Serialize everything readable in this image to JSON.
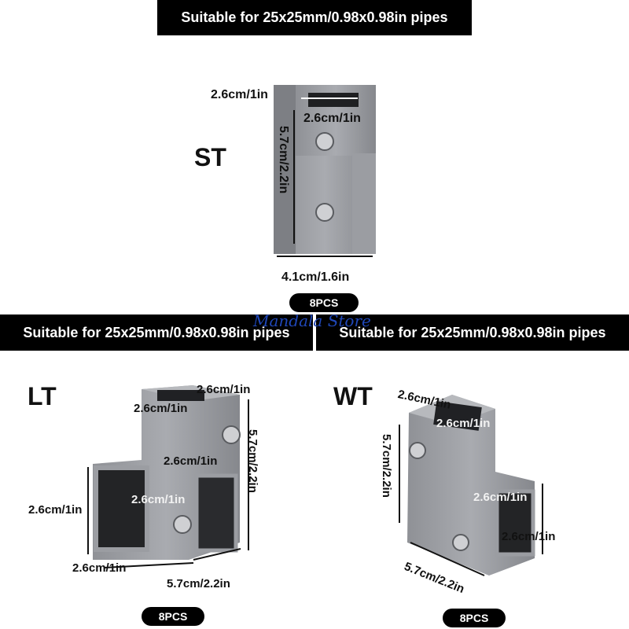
{
  "banners": {
    "top": "Suitable for 25x25mm/0.98x0.98in pipes",
    "left": "Suitable for 25x25mm/0.98x0.98in pipes",
    "right": "Suitable for 25x25mm/0.98x0.98in pipes"
  },
  "watermark": "Mandala Store",
  "st": {
    "code": "ST",
    "dim_top": "2.6cm/1in",
    "dim_inner": "2.6cm/1in",
    "dim_height": "5.7cm/2.2in",
    "dim_width": "4.1cm/1.6in",
    "qty": "8PCS"
  },
  "lt": {
    "code": "LT",
    "dim_top_right": "2.6cm/1in",
    "dim_top_left": "2.6cm/1in",
    "dim_right_height": "5.7cm/2.2in",
    "dim_mid": "2.6cm/1in",
    "dim_inner": "2.6cm/1in",
    "dim_left": "2.6cm/1in",
    "dim_bottom_left": "2.6cm/1in",
    "dim_bottom": "5.7cm/2.2in",
    "qty": "8PCS"
  },
  "wt": {
    "code": "WT",
    "dim_top": "2.6cm/1in",
    "dim_inner": "2.6cm/1in",
    "dim_height": "5.7cm/2.2in",
    "dim_side": "2.6cm/1in",
    "dim_right": "2.6cm/1in",
    "dim_bottom": "5.7cm/2.2in",
    "qty": "8PCS"
  }
}
